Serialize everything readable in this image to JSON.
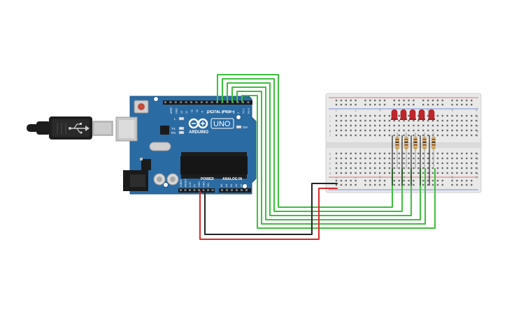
{
  "arduino": {
    "brand": "ARDUINO",
    "model": "UNO",
    "digital_header": "DIGITAL (PWM~)",
    "power_header": "POWER",
    "analog_header": "ANALOG IN",
    "led_l": "L",
    "led_tx": "TX",
    "led_rx": "RX",
    "led_on": "ON",
    "digital_pins": [
      "AREF",
      "GND",
      "13",
      "12",
      "~11",
      "~10",
      "~9",
      "8",
      "7",
      "~6",
      "~5",
      "4",
      "~3",
      "2",
      "TX 1",
      "RX 0"
    ],
    "power_pins": [
      "IOREF",
      "RESET",
      "3.3V",
      "5V",
      "GND",
      "GND",
      "VIN"
    ],
    "analog_pins": [
      "A0",
      "A1",
      "A2",
      "A3",
      "A4",
      "A5"
    ]
  },
  "breadboard": {
    "col_numbers": [
      "1",
      "5",
      "10",
      "15",
      "20",
      "25",
      "30"
    ],
    "row_letters_top": [
      "j",
      "i",
      "h",
      "g",
      "f"
    ],
    "row_letters_bottom": [
      "e",
      "d",
      "c",
      "b",
      "a"
    ]
  },
  "colors": {
    "board": "#2b6ba3",
    "wire_green": "#3dbf3d",
    "wire_red": "#d42a2a",
    "wire_black": "#222222",
    "led_red": "#c0262b",
    "breadboard": "#e9e9e9"
  }
}
